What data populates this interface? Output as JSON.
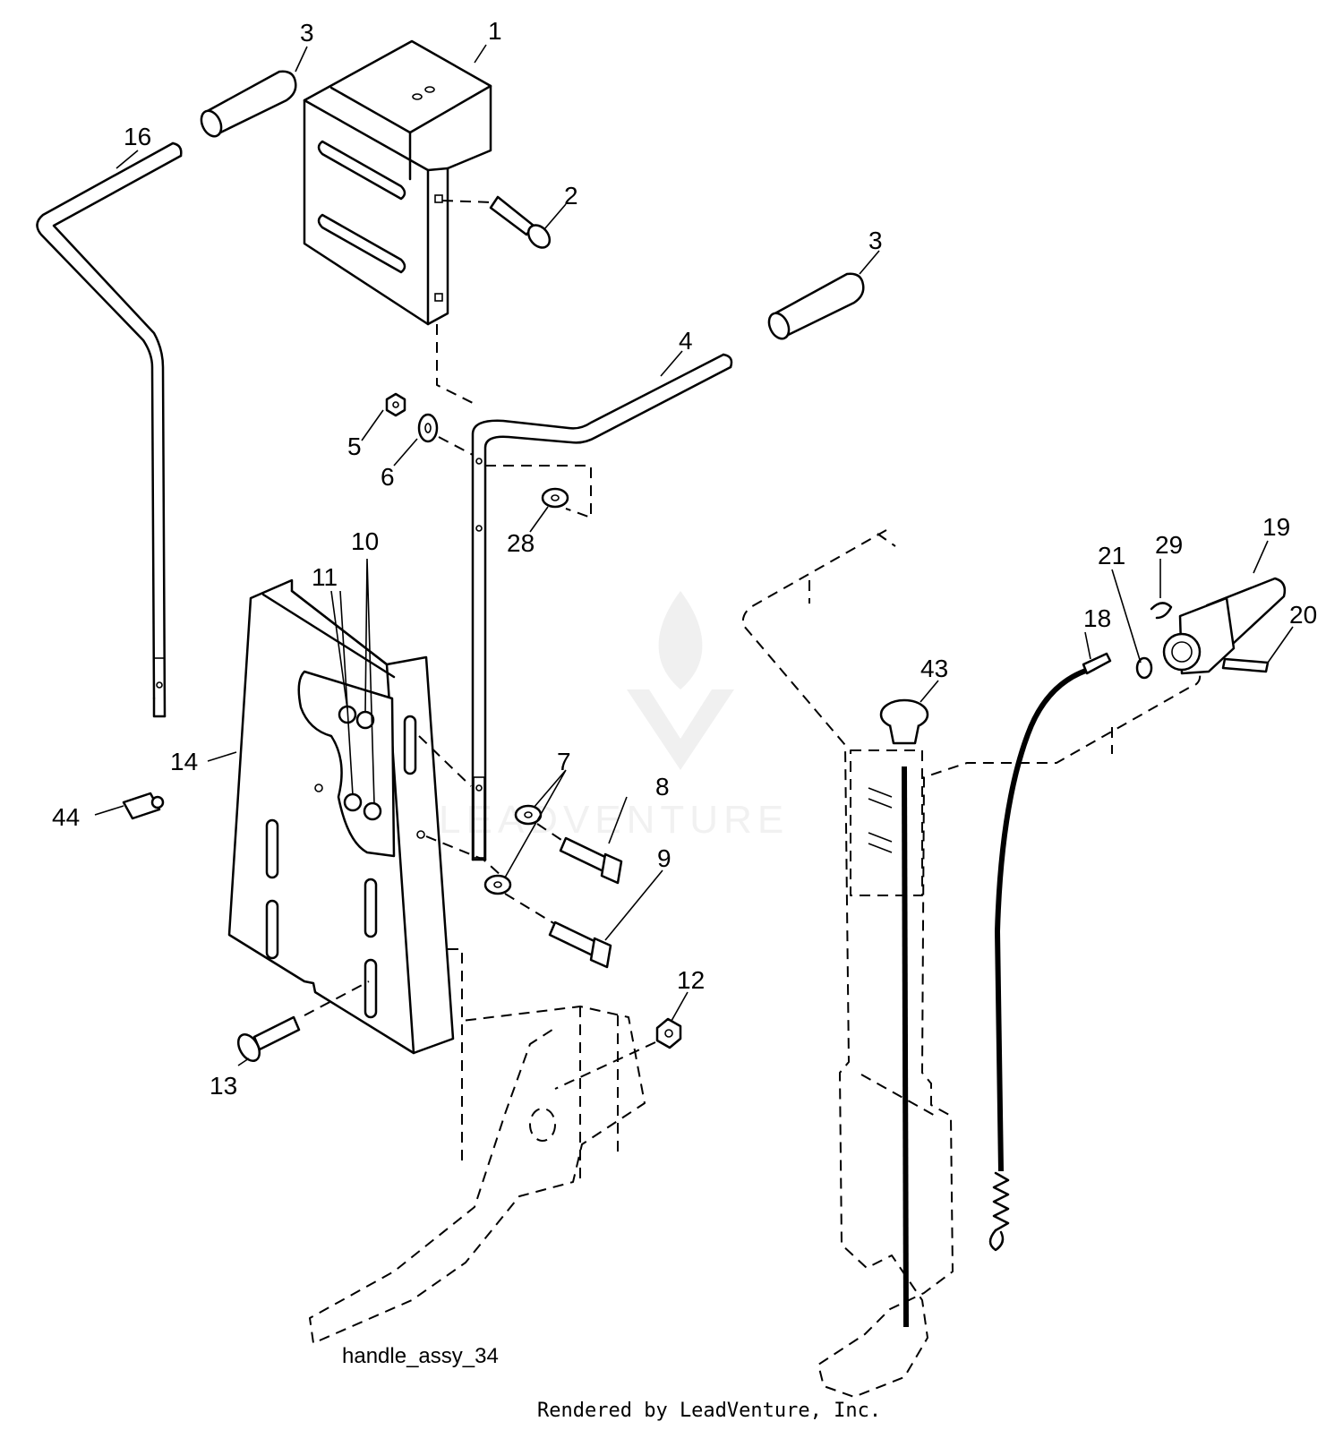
{
  "diagram": {
    "caption": "handle_assy_34",
    "footer": "Rendered by LeadVenture, Inc.",
    "watermark": "LEADVENTURE",
    "callouts": {
      "c1": "1",
      "c2": "2",
      "c3a": "3",
      "c3b": "3",
      "c4": "4",
      "c5": "5",
      "c6": "6",
      "c7": "7",
      "c8": "8",
      "c9": "9",
      "c10": "10",
      "c11": "11",
      "c12": "12",
      "c13": "13",
      "c14": "14",
      "c16": "16",
      "c18": "18",
      "c19": "19",
      "c20": "20",
      "c21": "21",
      "c28": "28",
      "c29": "29",
      "c43": "43",
      "c44": "44"
    }
  }
}
